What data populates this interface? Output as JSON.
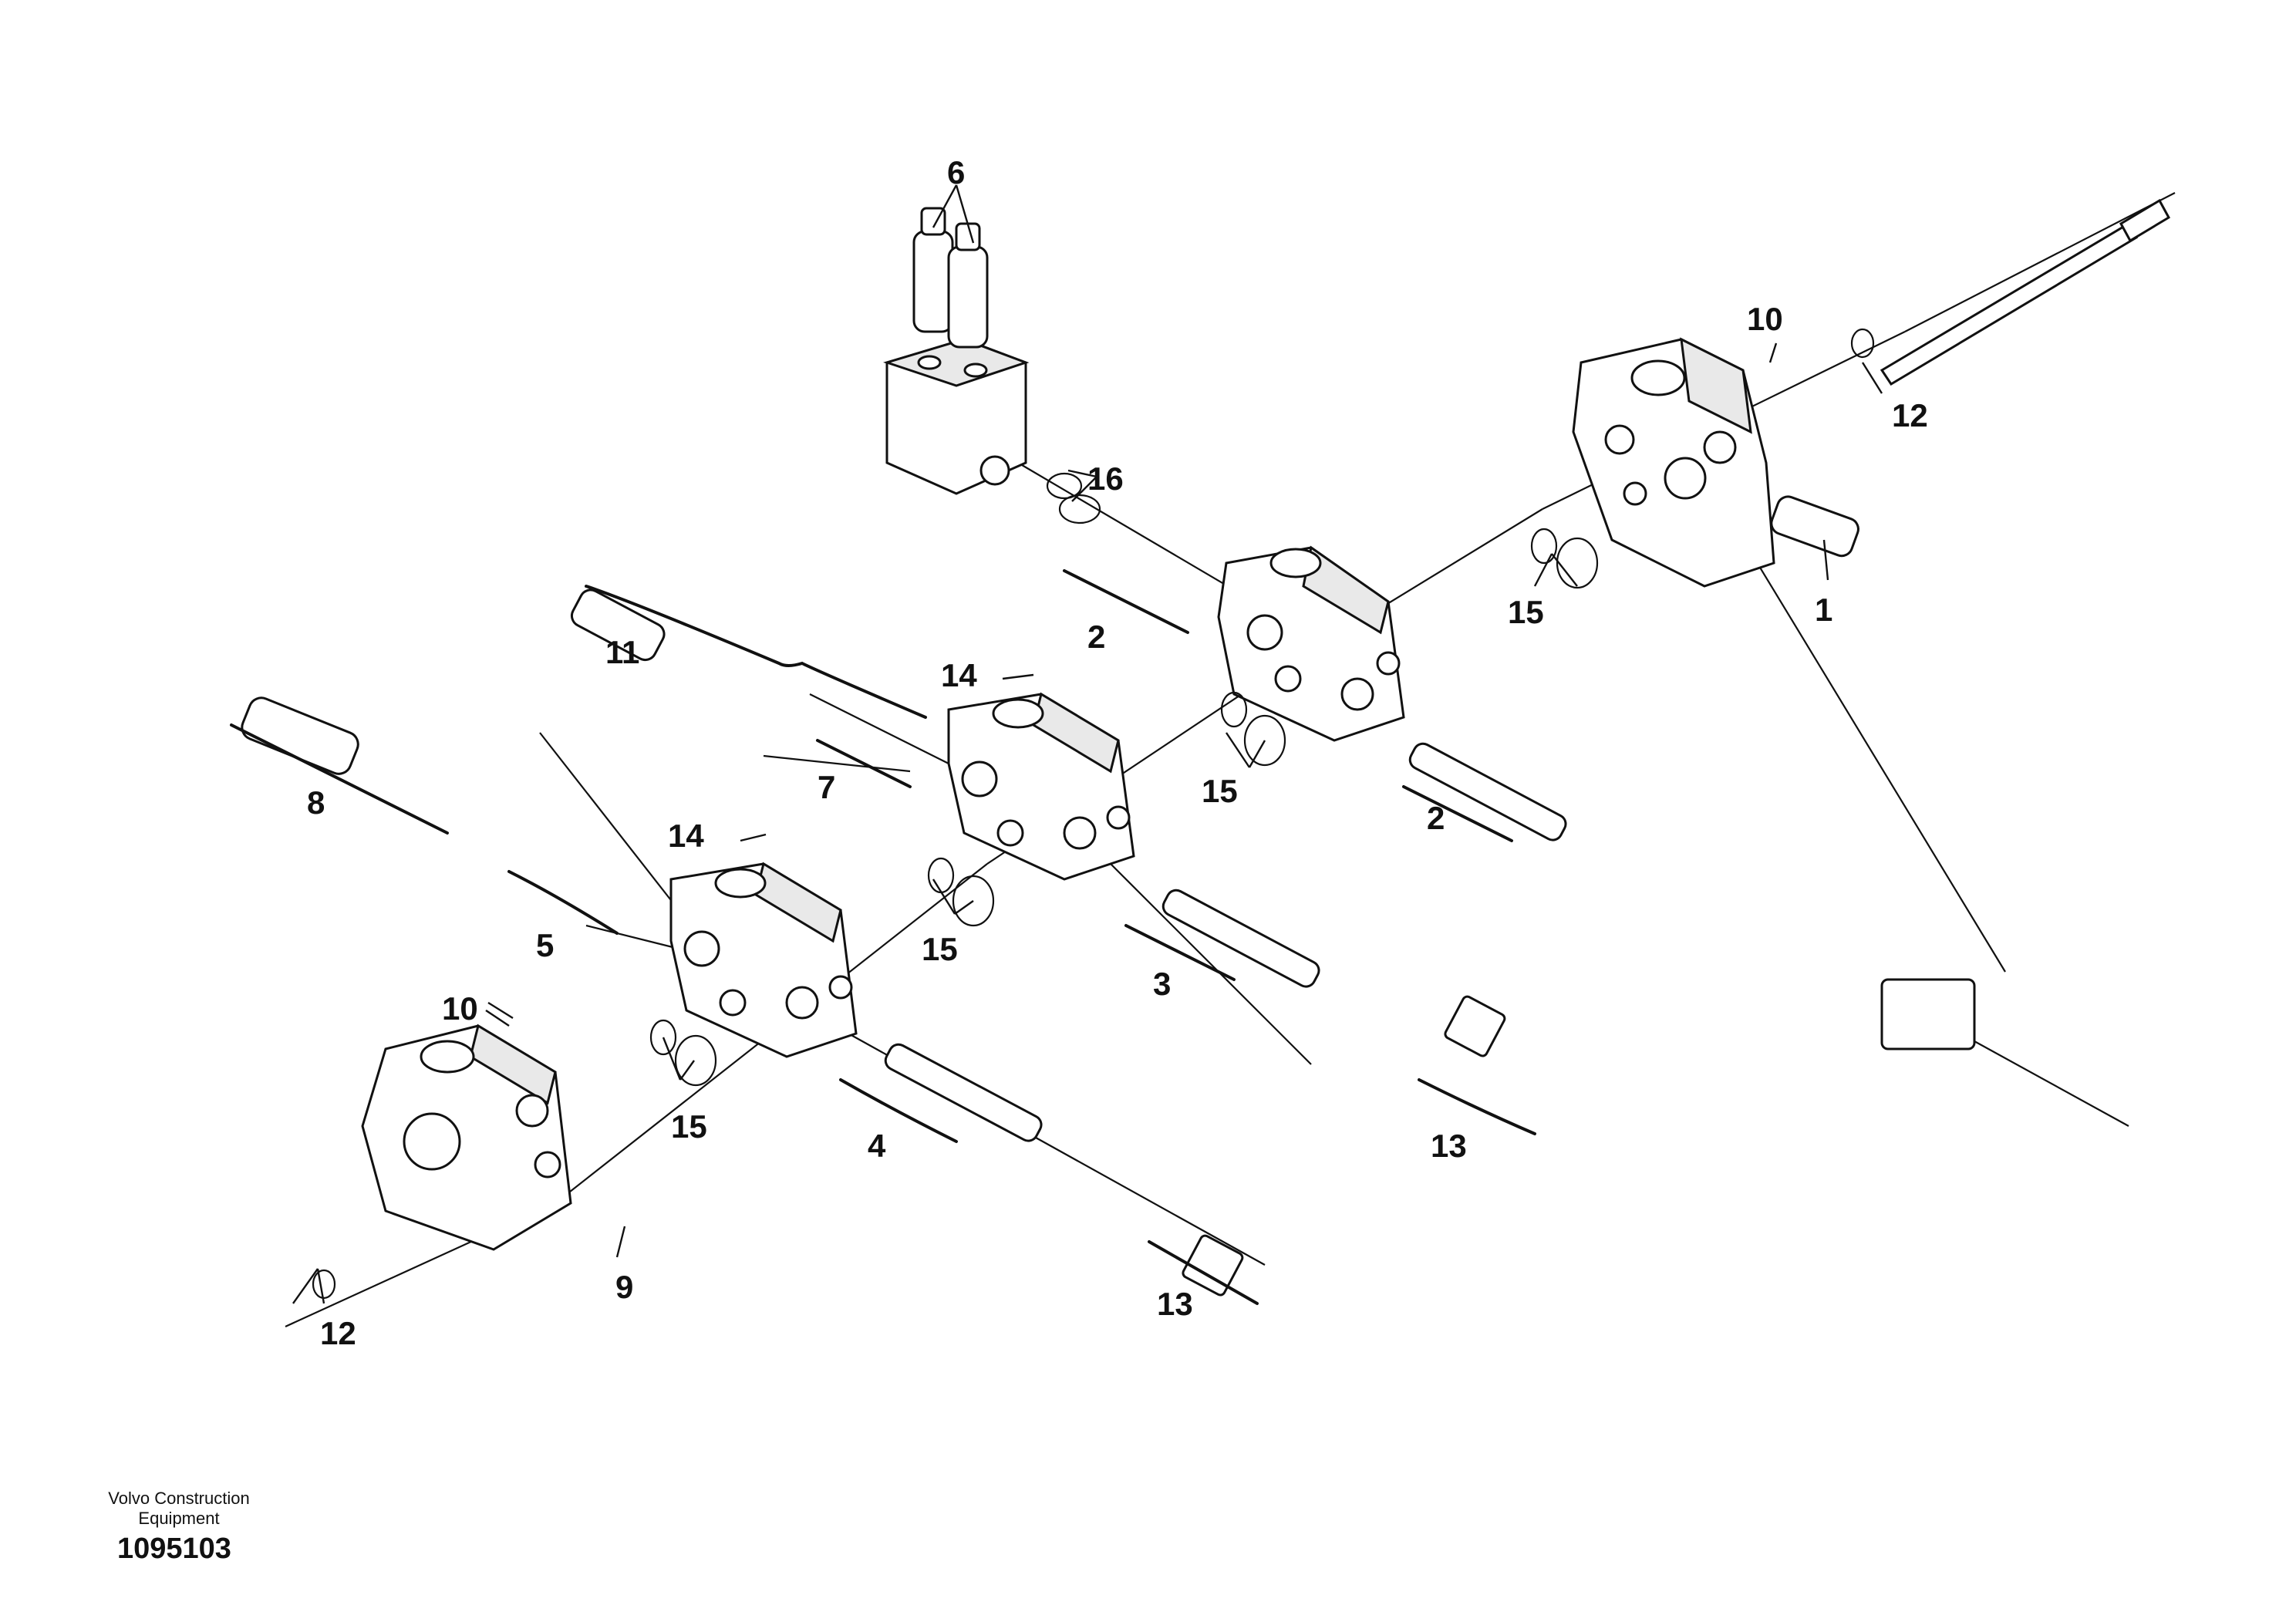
{
  "callouts": {
    "c1": "1",
    "c2a": "2",
    "c2b": "2",
    "c3": "3",
    "c4": "4",
    "c5": "5",
    "c6": "6",
    "c7": "7",
    "c8": "8",
    "c9": "9",
    "c10a": "10",
    "c10b": "10",
    "c11": "11",
    "c12a": "12",
    "c12b": "12",
    "c13a": "13",
    "c13b": "13",
    "c14a": "14",
    "c14b": "14",
    "c15a": "15",
    "c15b": "15",
    "c15c": "15",
    "c15d": "15",
    "c16": "16"
  },
  "footer": {
    "brand_line1": "Volvo Construction",
    "brand_line2": "Equipment",
    "doc_number": "1095103"
  },
  "colors": {
    "ink": "#111111",
    "shade": "#e9e9e9"
  }
}
